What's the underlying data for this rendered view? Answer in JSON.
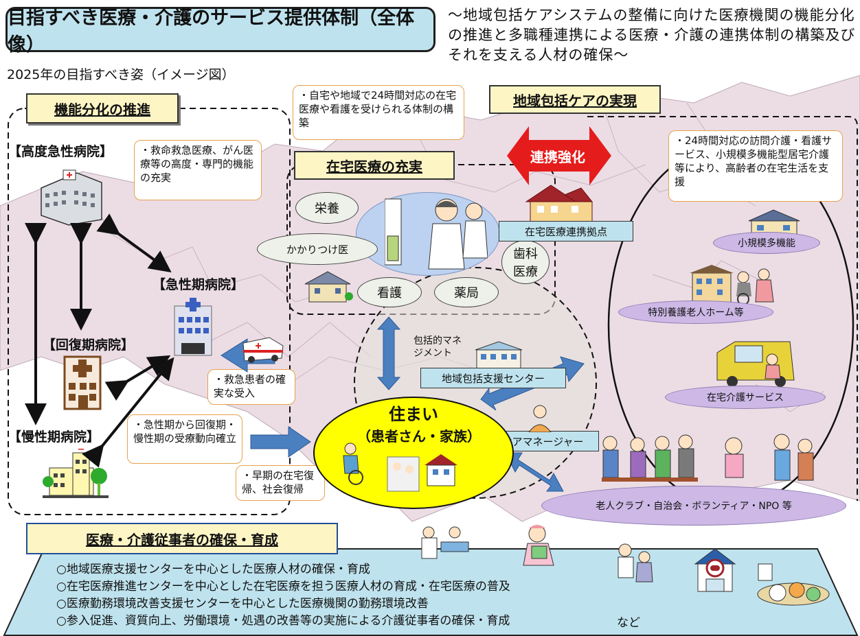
{
  "title": "目指すべき医療・介護のサービス提供体制（全体像）",
  "subtitle": "～地域包括ケアシステムの整備に向けた医療機関の機能分化の推進と多職種連携による医療・介護の連携体制の構築及びそれを支える人材の確保～",
  "caption": "2025年の目指すべき姿（イメージ図）",
  "sections": {
    "functional": "機能分化の推進",
    "home_care": "在宅医療の充実",
    "community_care": "地域包括ケアの実現",
    "workforce": "医療・介護従事者の確保・育成"
  },
  "hospitals": {
    "advanced": "【高度急性病院】",
    "acute": "【急性期病院】",
    "recovery": "【回復期病院】",
    "chronic": "【慢性期病院】"
  },
  "notes": {
    "advanced": "・救命救急医療、がん医療等の高度・専門的機能の充実",
    "home_24h": "・自宅や地域で24時間対応の在宅医療や看護を受けられる体制の構築",
    "care_24h": "・24時間対応の訪問介護・看護サービス、小規模多機能型居宅介護等により、高齢者の在宅生活を支援",
    "emergency": "・救急患者の確実な受入",
    "flow": "・急性期から回復期・慢性期の受療動向確立",
    "early_return": "・早期の在宅復帰、社会復帰"
  },
  "strengthen": "連携強化",
  "home_care_items": {
    "nutrition": "栄養",
    "family_doctor": "かかりつけ医",
    "nursing": "看護",
    "pharmacy": "薬局",
    "dental": "歯科医療"
  },
  "labels": {
    "home_care_base": "在宅医療連携拠点",
    "support_center": "地域包括支援センター",
    "care_manager": "ケアマネージャー",
    "comprehensive_mgmt": "包括的マネジメント"
  },
  "residence": {
    "title": "住まい",
    "sub": "（患者さん・家族）"
  },
  "care_services": {
    "small_multi": "小規模多機能",
    "nursing_home": "特別養護老人ホーム等",
    "home_care_service": "在宅介護サービス",
    "community": "老人クラブ・自治会・ボランティア・NPO 等"
  },
  "workforce_items": [
    "○地域医療支援センターを中心とした医療人材の確保・育成",
    "○在宅医療推進センターを中心とした在宅医療を担う医療人材の育成・在宅医療の普及",
    "○医療勤務環境改善支援センターを中心とした医療機関の勤務環境改善",
    "○参入促進、資質向上、労働環境・処遇の改善等の実施による介護従事者の確保・育成"
  ],
  "workforce_etc": "など",
  "colors": {
    "title_bg": "#bfe3ee",
    "section_bg": "#fdf5c4",
    "map": "#ecdde5",
    "arrow_blue": "#4a7fc0",
    "residence": "#ffff00",
    "strengthen_red": "#e51c1c",
    "purple": "#cdb8e6",
    "bottom_bg": "#bfe3ee"
  }
}
